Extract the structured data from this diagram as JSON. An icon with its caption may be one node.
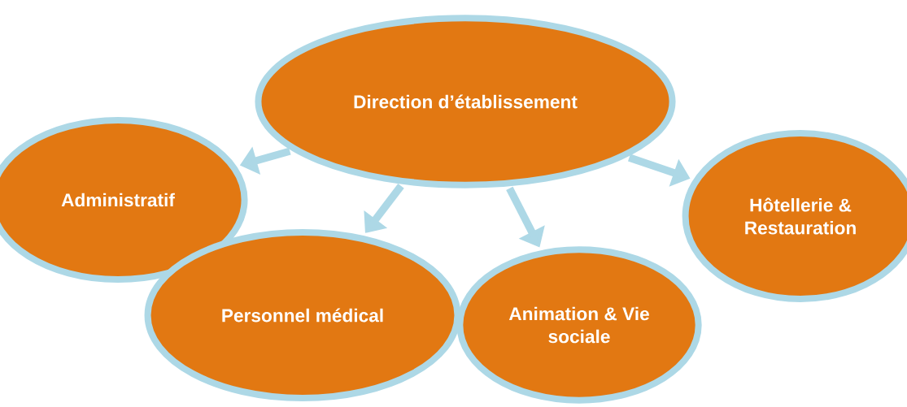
{
  "diagram": {
    "nodes": [
      {
        "text": [
          "Direction d’établissement"
        ]
      },
      {
        "text": [
          "Administratif"
        ]
      },
      {
        "text": [
          "Personnel médical"
        ]
      },
      {
        "text": [
          "Animation & Vie sociale"
        ]
      },
      {
        "text": [
          "Hôtellerie & Restauration"
        ]
      }
    ],
    "edges": [
      {
        "from": 0,
        "to": 1,
        "arrow": "to"
      },
      {
        "from": 0,
        "to": 2,
        "arrow": "to"
      },
      {
        "from": 0,
        "to": 3,
        "arrow": "to"
      },
      {
        "from": 0,
        "to": 4,
        "arrow": "to"
      }
    ]
  }
}
